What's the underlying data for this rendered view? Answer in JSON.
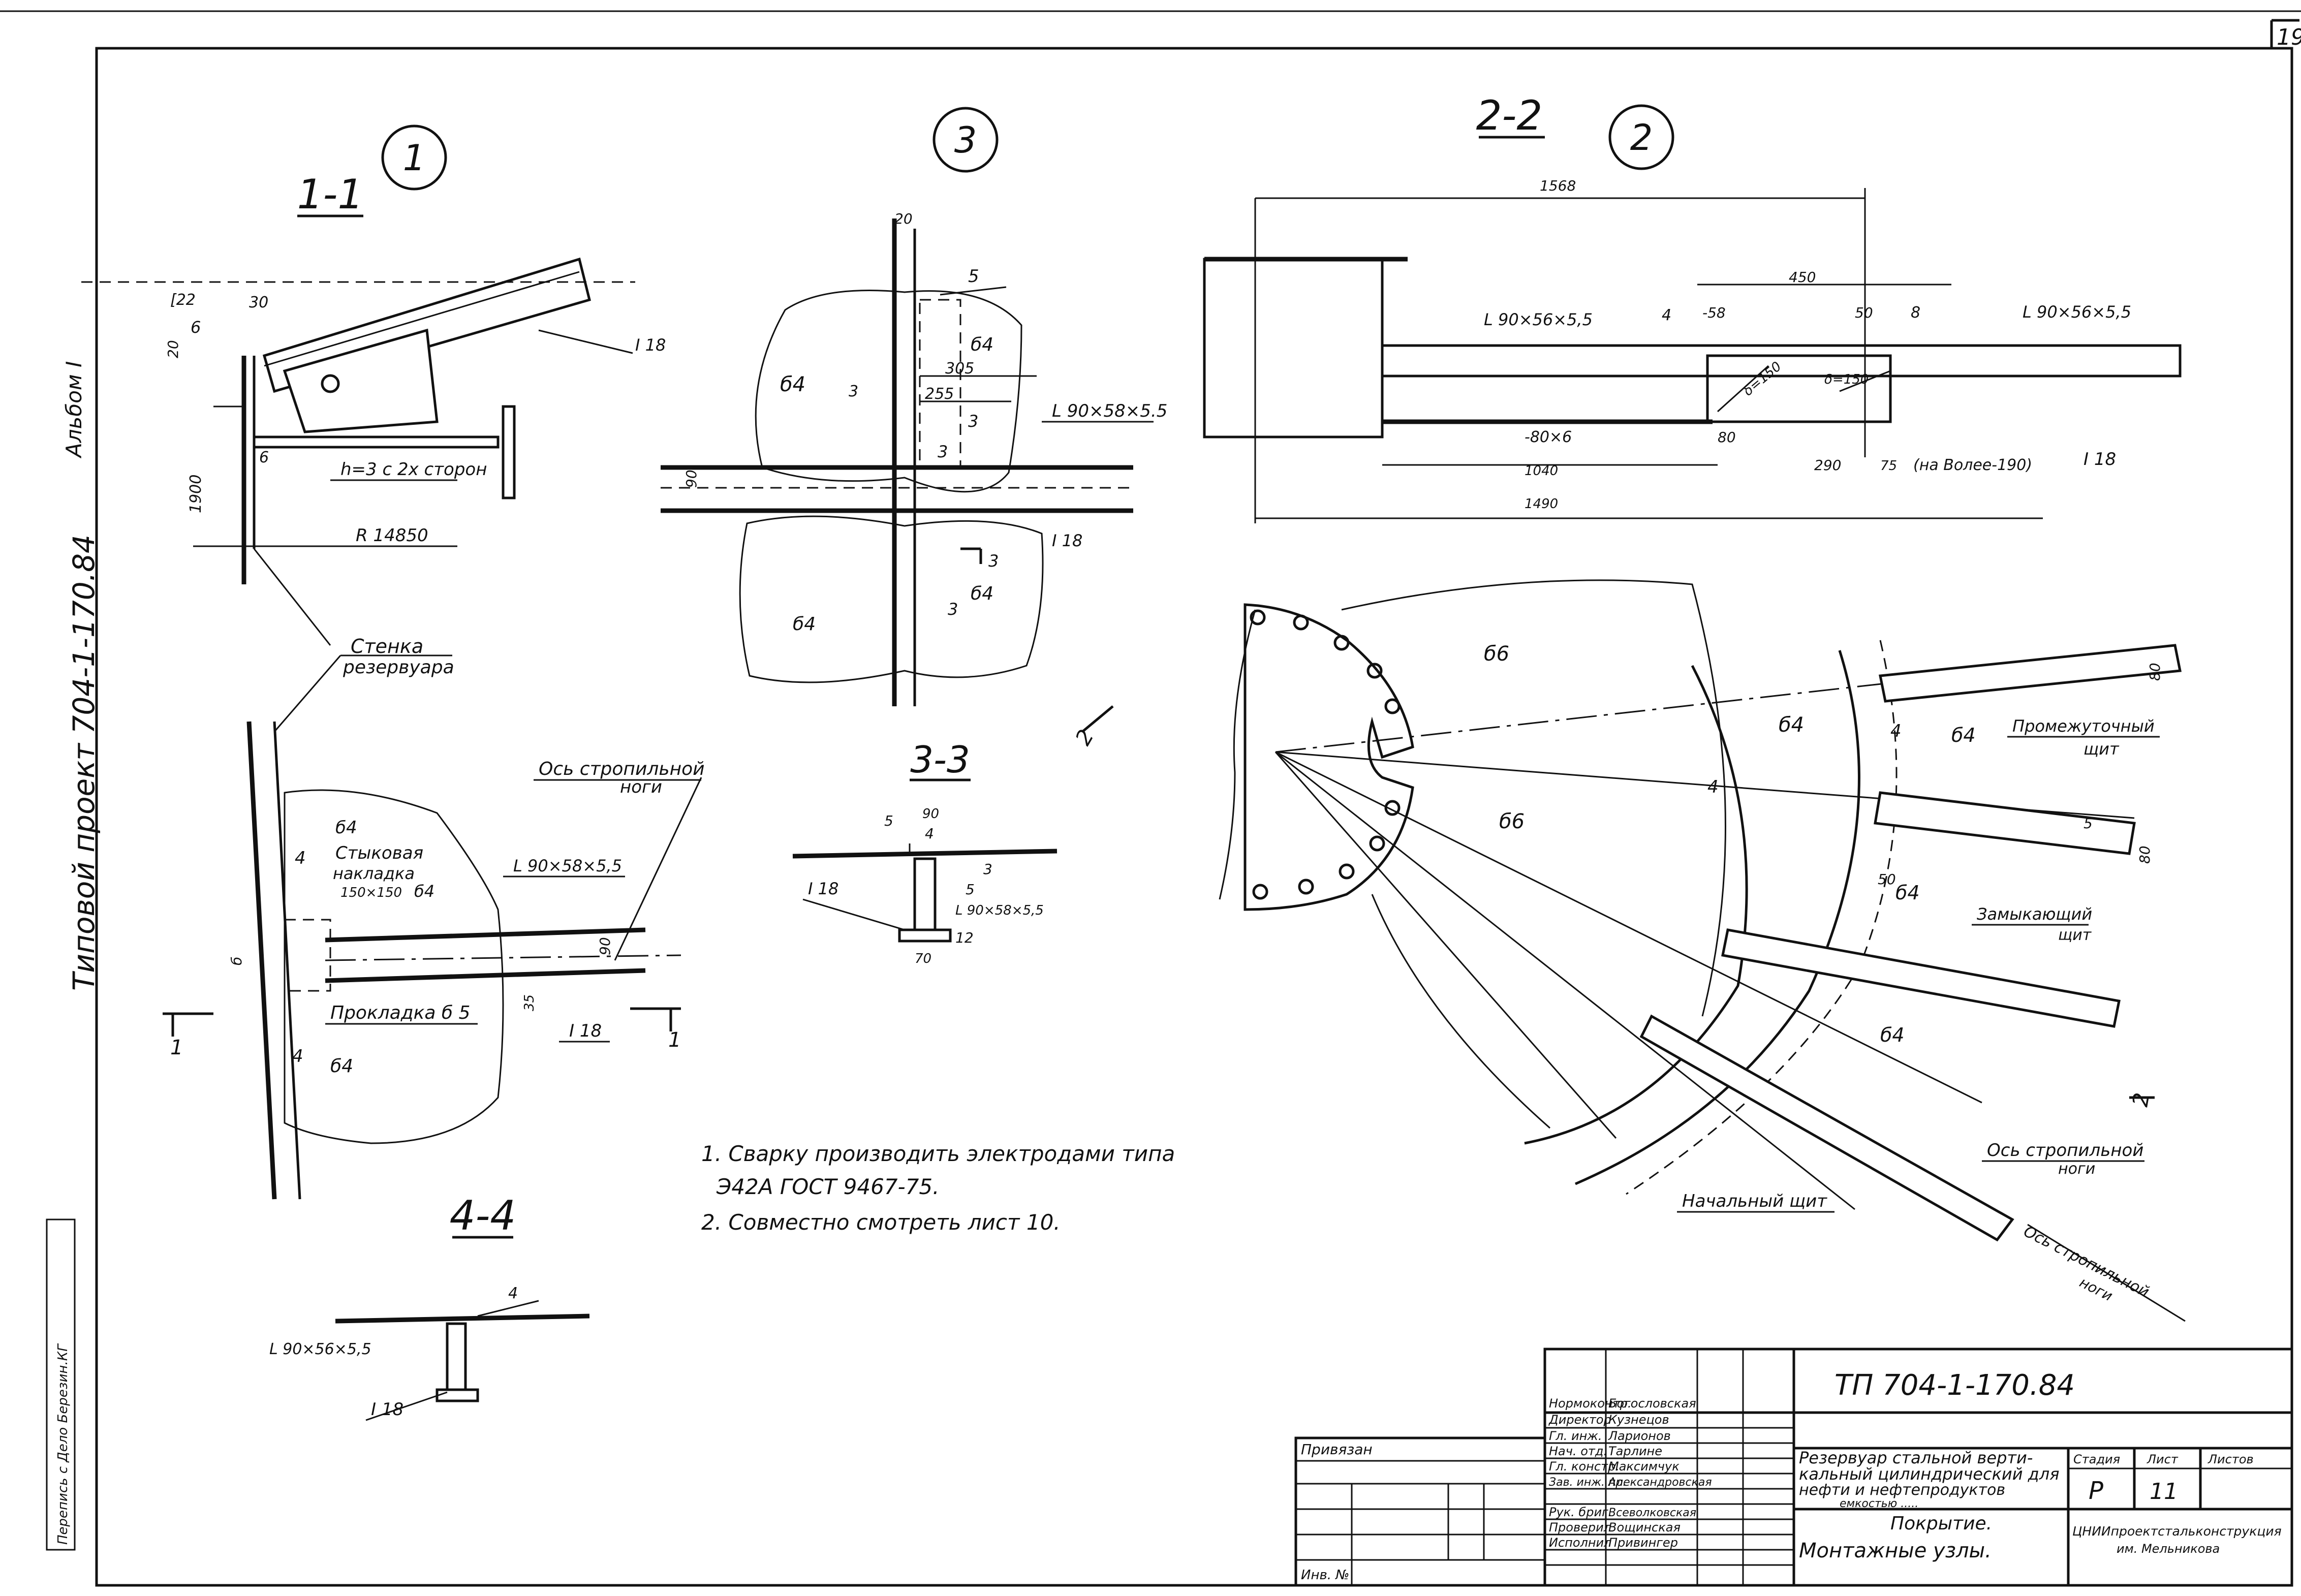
{
  "sheet_number": "19",
  "album_label": "Альбом I",
  "project_label": "Типовой проект 704-1-170.84",
  "left_strip_label": "Перепись с Дело Березин.КГ",
  "views": {
    "v1": {
      "marker": "1",
      "section": "1-1",
      "labels": [
        "[22",
        "30",
        "6",
        "20",
        "1900",
        "I 18",
        "6",
        "h=3 с 2х сторон",
        "R 14850"
      ]
    },
    "v3": {
      "marker": "3",
      "labels": [
        "20",
        "5",
        "б4",
        "305",
        "255",
        "б4",
        "L 90×58×5.5",
        "3",
        "3",
        "3",
        "90",
        "I 18",
        "3",
        "б4",
        "3",
        "б4"
      ]
    },
    "v2": {
      "marker": "2",
      "section": "2-2",
      "labels": [
        "1568",
        "L 90×56×5,5",
        "4",
        "-58",
        "450",
        "50",
        "8",
        "L 90×56×5,5",
        "δ=150",
        "δ=150",
        "-80×6",
        "80",
        "1040",
        "290",
        "75",
        "(на Волее-190)",
        "I 18",
        "1490"
      ]
    },
    "wall": {
      "labels": [
        "Стенка",
        "резервуара"
      ]
    },
    "v4plan": {
      "labels": [
        "б4",
        "Стыковая",
        "накладка",
        "150×150",
        "б4",
        "4",
        "L 90×58×5,5",
        "Ось стропильной",
        "ноги",
        "90",
        "б",
        "1",
        "Прокладка б 5",
        "35",
        "I 18",
        "1",
        "4",
        "б4"
      ]
    },
    "s33": {
      "section": "3-3",
      "labels": [
        "5",
        "90",
        "4",
        "3",
        "5",
        "I 18",
        "L 90×58×5,5",
        "12",
        "70"
      ]
    },
    "s44": {
      "section": "4-4",
      "labels": [
        "4",
        "L 90×56×5,5",
        "I 18"
      ]
    },
    "plan": {
      "labels": [
        "б6",
        "б4",
        "б4",
        "б6",
        "Промежуточный",
        "щит",
        "4",
        "4",
        "80",
        "5",
        "80",
        "50",
        "б4",
        "Замыкающий",
        "щит",
        "б4",
        "2",
        "2",
        "Ось стропильной",
        "ноги",
        "Начальный щит",
        "Ось стропильной",
        "ноги",
        "4"
      ]
    }
  },
  "notes": [
    "1. Сварку производить электродами типа",
    "Э42А ГОСТ 9467-75.",
    "2. Совместно смотреть лист 10."
  ],
  "title_block": {
    "project_code": "ТП 704-1-170.84",
    "tied": "Привязан",
    "inv": "Инв. №",
    "roles": [
      {
        "role": "Нормоконтр.",
        "name": "Богословская"
      },
      {
        "role": "Директор",
        "name": "Кузнецов"
      },
      {
        "role": "Гл. инж.",
        "name": "Ларионов"
      },
      {
        "role": "Нач. отд.",
        "name": "Тарлине"
      },
      {
        "role": "Гл. констр.",
        "name": "Максимчук"
      },
      {
        "role": "Зав. инж. пр.",
        "name": "Александровская"
      },
      {
        "role": "Рук. бриг.",
        "name": "Всеволковская"
      },
      {
        "role": "Проверил",
        "name": "Вощинская"
      },
      {
        "role": "Исполнил",
        "name": "Привингер"
      }
    ],
    "description": [
      "Резервуар стальной верти-",
      "кальный цилиндрический для",
      "нефти и нефтепродуктов",
      "емкостью ....."
    ],
    "sheet_title": [
      "Покрытие.",
      "Монтажные узлы."
    ],
    "stage_header": "Стадия",
    "sheet_header": "Лист",
    "sheets_header": "Листов",
    "stage": "Р",
    "sheet": "11",
    "sheets": "",
    "org": [
      "ЦНИИпроектстальконструкция",
      "им. Мельникова"
    ]
  }
}
